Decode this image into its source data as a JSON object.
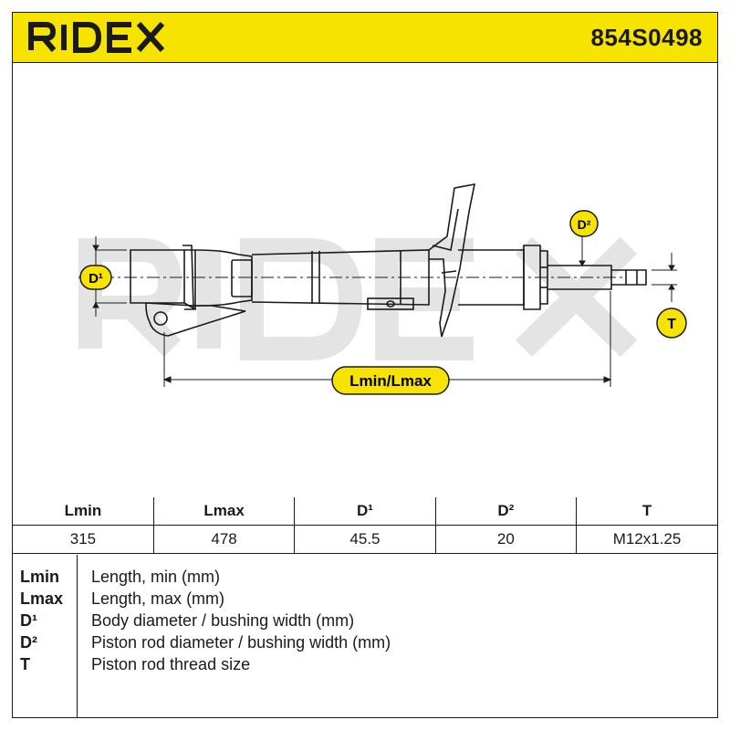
{
  "brand": {
    "logo_text": "RIDEX",
    "part_number": "854S0498",
    "accent_color": "#f7e300"
  },
  "drawing": {
    "watermark_text": "RIDEX",
    "labels": {
      "d1": "D¹",
      "d2": "D²",
      "t": "T",
      "length": "Lmin/Lmax"
    }
  },
  "spec_table": {
    "headers": [
      "Lmin",
      "Lmax",
      "D¹",
      "D²",
      "T"
    ],
    "values": [
      "315",
      "478",
      "45.5",
      "20",
      "M12x1.25"
    ]
  },
  "legend": [
    {
      "key": "Lmin",
      "description": "Length, min (mm)"
    },
    {
      "key": "Lmax",
      "description": "Length, max (mm)"
    },
    {
      "key": "D¹",
      "description": "Body diameter / bushing width (mm)"
    },
    {
      "key": "D²",
      "description": "Piston rod diameter / bushing width (mm)"
    },
    {
      "key": "T",
      "description": "Piston rod thread size"
    }
  ]
}
